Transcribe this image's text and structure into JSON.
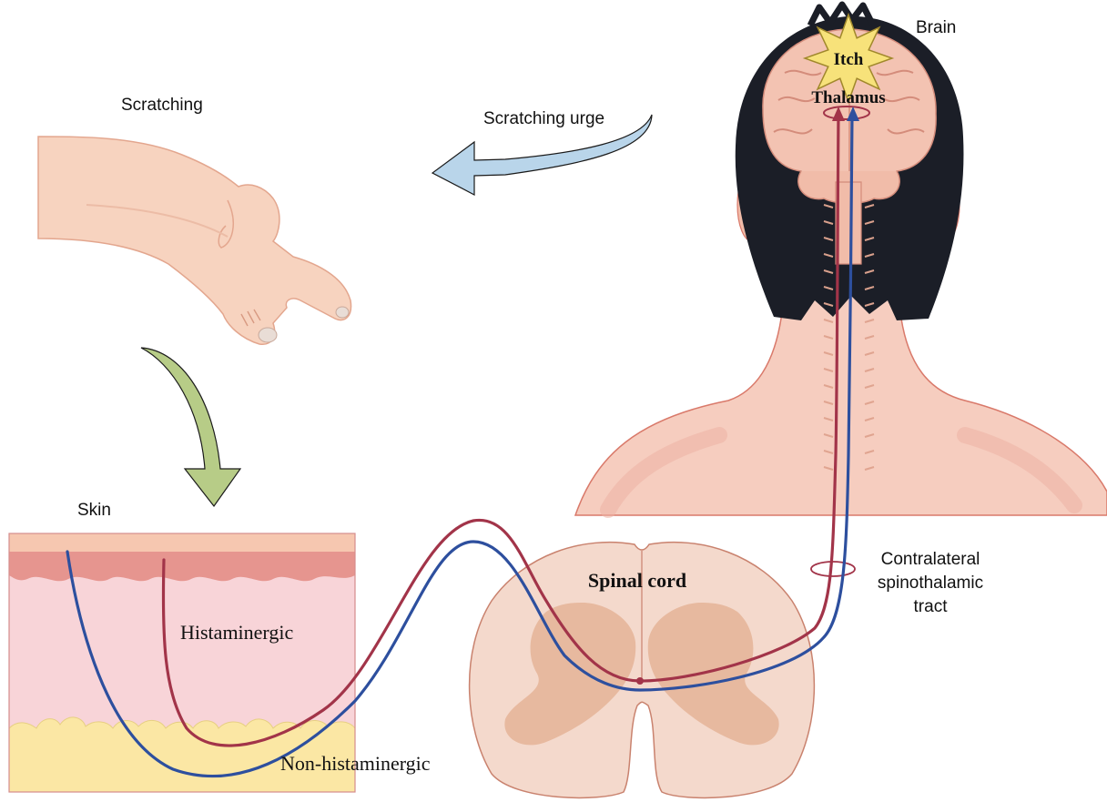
{
  "labels": {
    "scratching": "Scratching",
    "scratching_urge": "Scratching urge",
    "brain": "Brain",
    "itch": "Itch",
    "thalamus": "Thalamus",
    "skin": "Skin",
    "histaminergic": "Histaminergic",
    "non_histaminergic": "Non-histaminergic",
    "spinal_cord": "Spinal cord",
    "tract_line1": "Contralateral",
    "tract_line2": "spinothalamic",
    "tract_line3": "tract"
  },
  "colors": {
    "histaminergic_pathway": "#a23449",
    "non_histaminergic_pathway": "#2d4f9e",
    "scratching_urge_arrow": "#b9d5ea",
    "feedback_arrow": "#b7cc87",
    "itch_star": "#f7e27a",
    "skin_epidermis": "#e6958f",
    "skin_dermis": "#f8d4d8",
    "skin_fat": "#fbe7a4",
    "spinal_cord_white": "#f4d9cc",
    "spinal_cord_gray": "#e7b99f",
    "head_skin": "#f6cdbf",
    "hair": "#1b1e27"
  },
  "icons": {
    "scratching_hand": "hand-icon",
    "head": "head-back-icon",
    "brain": "brain-icon",
    "itch_star": "star-icon",
    "spinal_cord": "spinal-cord-cross-section-icon",
    "skin": "skin-layers-icon"
  }
}
